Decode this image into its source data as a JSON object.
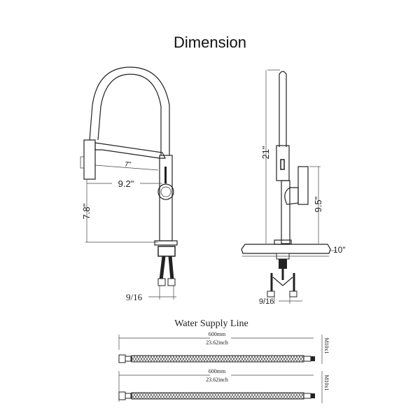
{
  "title": "Dimension",
  "front_view": {
    "spout_reach_inner": "7\"",
    "spout_reach": "9.2\"",
    "spout_height": "7.8\"",
    "connector": "9/16"
  },
  "side_view": {
    "total_height": "21\"",
    "handle_height": "9.5\"",
    "deck_plate": "10\"",
    "connector": "9/16"
  },
  "supply_line": {
    "title": "Water Supply Line",
    "hoses": [
      {
        "length_mm": "600mm",
        "length_in": "23.62inch",
        "thread": "M10x1"
      },
      {
        "length_mm": "600mm",
        "length_in": "23.62inch",
        "thread": "M10x1"
      }
    ]
  }
}
